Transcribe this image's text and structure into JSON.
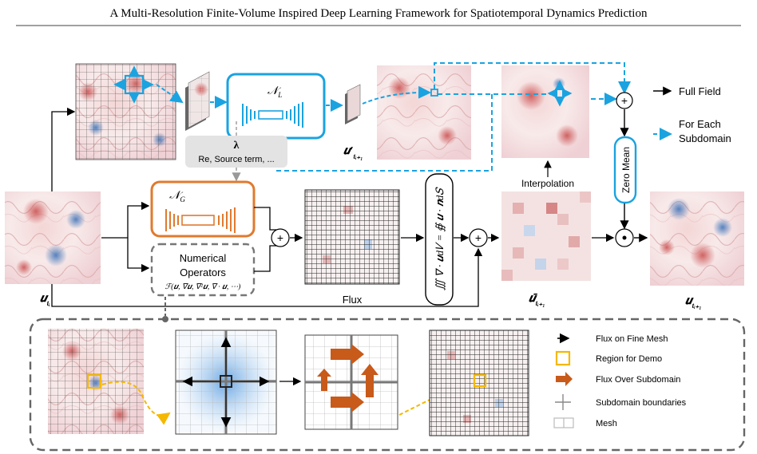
{
  "header": {
    "title": "A Multi-Resolution Finite-Volume Inspired Deep Learning Framework for Spatiotemporal Dynamics Prediction"
  },
  "nets": {
    "local": "𝒩",
    "local_sub": "L",
    "global": "𝒩",
    "global_sub": "G"
  },
  "params": {
    "symbol": "λ",
    "text": "Re, Source term, ..."
  },
  "operators": {
    "line1": "Numerical",
    "line2": "Operators",
    "formula": "ℱ(𝒖, ∇𝒖, ∇²𝒖, ∇ · 𝒖, ⋯)"
  },
  "labels": {
    "u_t": "𝒖",
    "u_t_sub": "tᵢ",
    "u_prime": "𝒖′",
    "u_prime_sub": "tᵢ₊₁",
    "u_bar": "𝒖̄",
    "u_bar_sub": "tᵢ₊₁",
    "u_next": "𝒖",
    "u_next_sub": "tᵢ₊₁",
    "flux": "Flux",
    "interpolation": "Interpolation",
    "zero_mean": "Zero Mean",
    "integral": "∭ ∇ · 𝒖d𝑉 = ∯ 𝒖 · 𝒏d𝑆",
    "plus": "+",
    "odot": "⊙"
  },
  "legend_top": [
    {
      "label": "Full Field",
      "style": "solid"
    },
    {
      "label": "For Each Subdomain",
      "style": "dashed"
    }
  ],
  "legend_bottom": [
    {
      "label": "Flux on Fine Mesh",
      "icon": "arrow"
    },
    {
      "label": "Region for Demo",
      "icon": "square"
    },
    {
      "label": "Flux Over Subdomain",
      "icon": "orange-arrow"
    },
    {
      "label": "Subdomain boundaries",
      "icon": "cross"
    },
    {
      "label": "Mesh",
      "icon": "mesh"
    }
  ],
  "colors": {
    "blue": "#1aa3e0",
    "orange": "#e07a2e",
    "flux_orange": "#c85a1a",
    "yellow": "#f5b800",
    "grey": "#666666",
    "light_grey": "#e6e6e6"
  }
}
